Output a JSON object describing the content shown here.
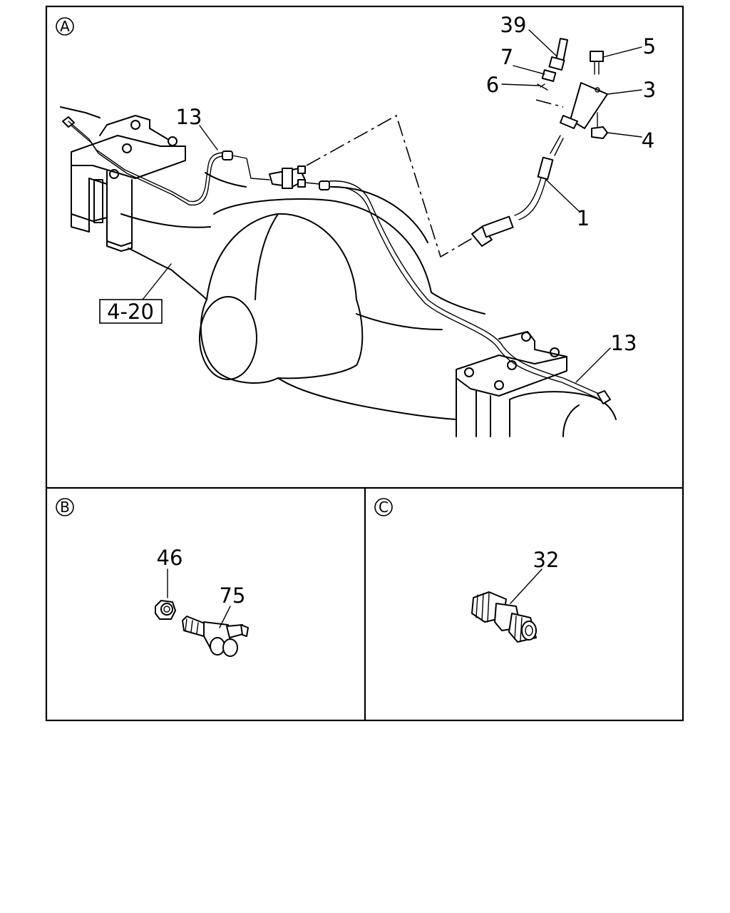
{
  "panels": {
    "a": {
      "label": "A"
    },
    "b": {
      "label": "B"
    },
    "c": {
      "label": "C"
    }
  },
  "callouts": {
    "p1": "1",
    "p3": "3",
    "p4": "4",
    "p5": "5",
    "p6": "6",
    "p7": "7",
    "p13_left": "13",
    "p13_right": "13",
    "p32": "32",
    "p39": "39",
    "p46": "46",
    "p75": "75"
  },
  "reference_box": "4-20"
}
